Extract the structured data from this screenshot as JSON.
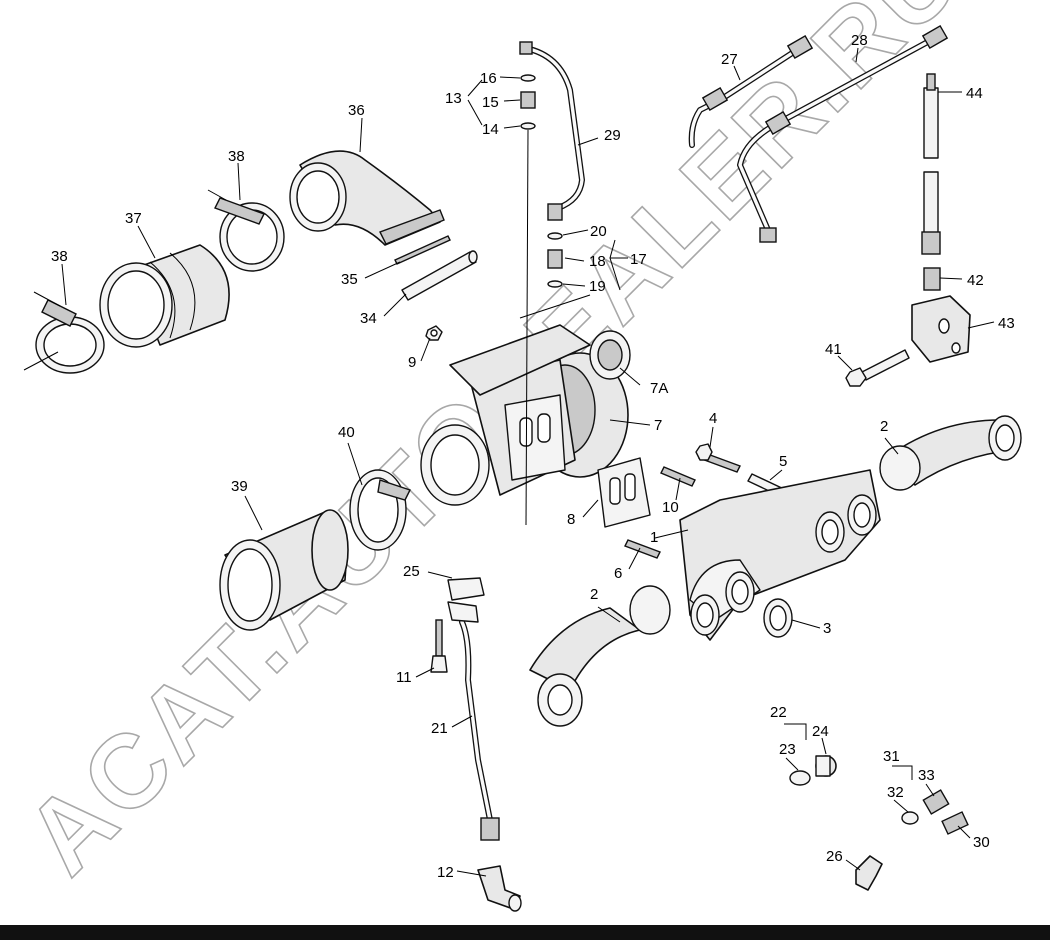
{
  "watermark": "ACAT.AUTODEALER.RU",
  "colors": {
    "line": "#111111",
    "fill": "#e8e8e8",
    "watermark": "#9a9a9a",
    "bar": "#111111"
  },
  "callouts": {
    "c1": "1",
    "c2a": "2",
    "c2b": "2",
    "c3": "3",
    "c4": "4",
    "c5": "5",
    "c6": "6",
    "c7": "7",
    "c7a": "7A",
    "c8": "8",
    "c9": "9",
    "c10": "10",
    "c11": "11",
    "c12": "12",
    "c13": "13",
    "c14": "14",
    "c15": "15",
    "c16": "16",
    "c17": "17",
    "c18": "18",
    "c19": "19",
    "c20": "20",
    "c21": "21",
    "c22": "22",
    "c23": "23",
    "c24": "24",
    "c25": "25",
    "c26": "26",
    "c27": "27",
    "c28": "28",
    "c29": "29",
    "c30": "30",
    "c31": "31",
    "c32": "32",
    "c33": "33",
    "c34": "34",
    "c35": "35",
    "c36": "36",
    "c37": "37",
    "c38a": "38",
    "c38b": "38",
    "c39": "39",
    "c40": "40",
    "c41": "41",
    "c42": "42",
    "c43": "43",
    "c44": "44"
  }
}
